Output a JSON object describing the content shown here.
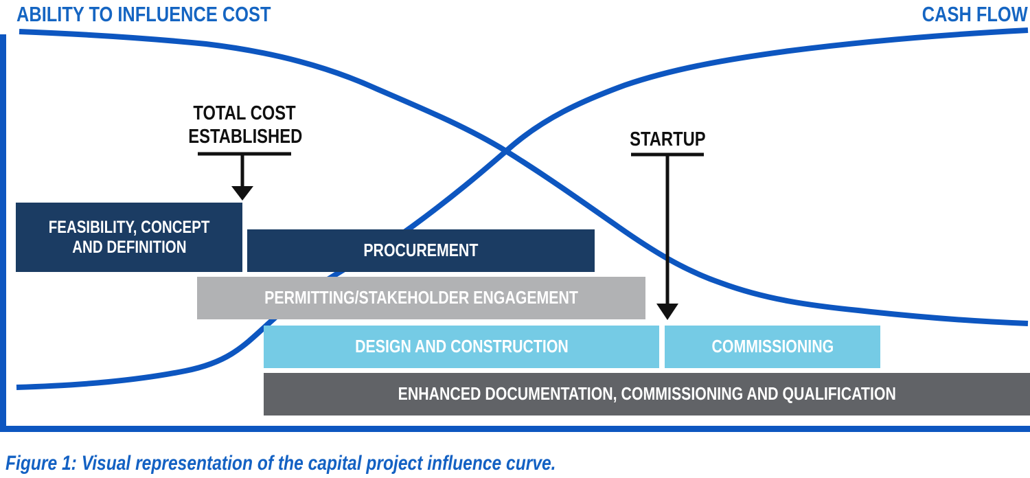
{
  "figure": {
    "caption": "Figure 1: Visual representation of the capital project influence curve."
  },
  "curves": [
    {
      "label": "ABILITY TO INFLUENCE COST",
      "trend": "starts high at project start, declines to low at project end",
      "label_position": "top-left"
    },
    {
      "label": "CASH FLOW",
      "trend": "starts low at project start, rises to high at project end",
      "label_position": "top-right"
    }
  ],
  "annotations": {
    "total_cost": {
      "line1": "TOTAL COST",
      "line2": "ESTABLISHED",
      "points_to": "end of feasibility phase"
    },
    "startup": {
      "label": "STARTUP",
      "points_to": "boundary between design and construction and commissioning"
    }
  },
  "phases": {
    "feasibility": {
      "line1": "FEASIBILITY, CONCEPT",
      "line2": "AND DEFINITION"
    },
    "procurement": {
      "label": "PROCUREMENT"
    },
    "permitting": {
      "label": "PERMITTING/STAKEHOLDER ENGAGEMENT"
    },
    "design": {
      "label": "DESIGN AND CONSTRUCTION"
    },
    "commissioning": {
      "label": "COMMISSIONING"
    },
    "enhanced": {
      "label": "ENHANCED DOCUMENTATION, COMMISSIONING AND QUALIFICATION"
    }
  },
  "colors": {
    "curve_blue": "#0d56c0",
    "label_blue": "#1565c2",
    "caption_blue": "#1361c3",
    "navy": "#1b3c63",
    "permitting_gray": "#b1b2b4",
    "light_blue": "#75cbe5",
    "enhanced_gray": "#616367",
    "arrow_black": "#111111",
    "background": "#ffffff"
  }
}
